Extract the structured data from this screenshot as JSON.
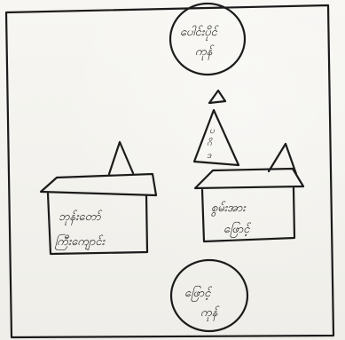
{
  "drawing": {
    "ink_color": "#1b1b1b",
    "paper_color": "#f4f3ef",
    "labels": {
      "circle_top": [
        "ပေါင်းပိုင်",
        "ကုန်"
      ],
      "pagoda": [
        "ပ",
        "ဂိ",
        "ဒ"
      ],
      "house_left": [
        "ဘုန်းတော်",
        "ကြီးကျောင်း"
      ],
      "house_right": [
        "စွမ်းအား",
        "ဖြောင့်"
      ],
      "circle_bottom": [
        "ဖြောင့်",
        "ကုန်"
      ]
    }
  }
}
